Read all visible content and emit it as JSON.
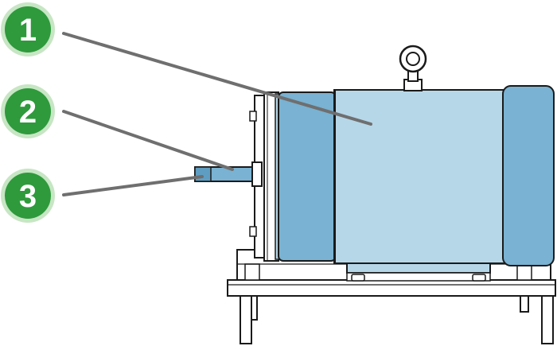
{
  "callouts": [
    {
      "number": "1"
    },
    {
      "number": "2"
    },
    {
      "number": "3"
    }
  ],
  "colors": {
    "badge_fill": "#2e9a3c",
    "badge_ring": "#c7e6c4",
    "badge_text": "#ffffff",
    "leader_line": "#6f6f6f",
    "housing_light": "#b6d7e8",
    "housing_dark": "#79b2d2",
    "outline": "#1a1a1a",
    "frame_fill": "#ffffff"
  }
}
